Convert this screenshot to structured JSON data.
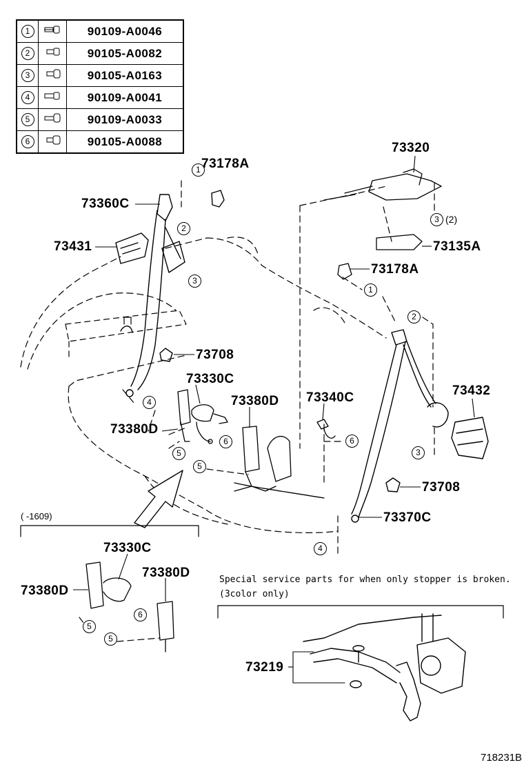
{
  "fasteners": [
    {
      "ref": "1",
      "part_no": "90109-A0046",
      "icon": "bolt-icon"
    },
    {
      "ref": "2",
      "part_no": "90105-A0082",
      "icon": "bolt-icon"
    },
    {
      "ref": "3",
      "part_no": "90105-A0163",
      "icon": "bolt-icon"
    },
    {
      "ref": "4",
      "part_no": "90109-A0041",
      "icon": "bolt-icon"
    },
    {
      "ref": "5",
      "part_no": "90109-A0033",
      "icon": "bolt-icon"
    },
    {
      "ref": "6",
      "part_no": "90105-A0088",
      "icon": "bolt-icon"
    }
  ],
  "parts": {
    "p73178a_top": "73178A",
    "p73360c": "73360C",
    "p73431": "73431",
    "p73708_left": "73708",
    "p73330c": "73330C",
    "p73380d_main_right": "73380D",
    "p73380d_main_left": "73380D",
    "p73340c": "73340C",
    "p73320": "73320",
    "p73135a": "73135A",
    "p73178a_right": "73178A",
    "p73432": "73432",
    "p73708_right": "73708",
    "p73370c": "73370C",
    "p73330c_inset": "73330C",
    "p73380d_inset_left": "73380D",
    "p73380d_inset_right": "73380D",
    "p73219": "73219"
  },
  "callouts": {
    "r1a": "1",
    "r2a": "2",
    "r3a": "3",
    "r4a": "4",
    "r5a": "5",
    "r6a": "6",
    "r5b": "5",
    "r3b": "3",
    "r3b_qty": "(2)",
    "r1b": "1",
    "r2b": "2",
    "r6b": "6",
    "r3c": "3",
    "r4b": "4",
    "r6c": "6",
    "r5c": "5",
    "r5d": "5"
  },
  "inset": {
    "period": "(    -1609)"
  },
  "special_note": {
    "line1": "Special service parts for when only stopper is broken.",
    "line2": "(3color only)"
  },
  "figure_code": "718231B",
  "colors": {
    "ink": "#000000",
    "paper": "#ffffff"
  }
}
